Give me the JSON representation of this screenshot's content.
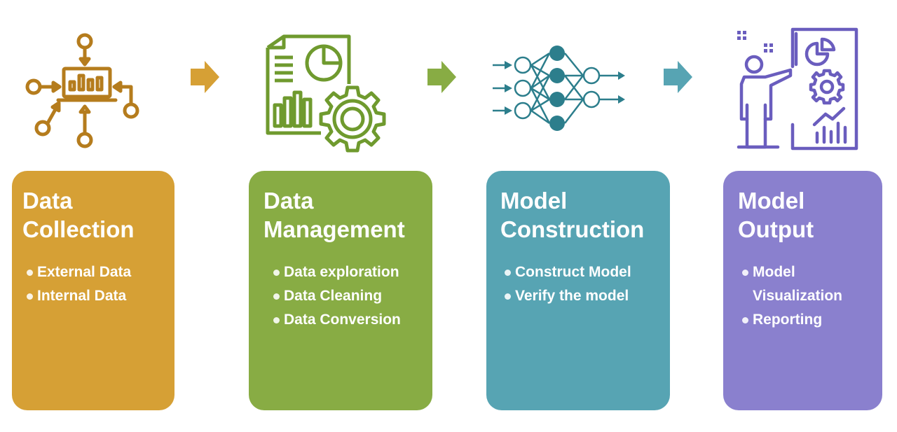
{
  "colors": {
    "collection": "#D6A035",
    "management": "#88AC44",
    "construction": "#57A4B3",
    "output": "#8A80CE",
    "collection_icon": "#B57C1D",
    "management_icon": "#6F9A2E",
    "construction_icon": "#2C7E8C",
    "output_icon": "#6A5DBE"
  },
  "icons": [
    "laptop-network-icon",
    "report-gear-icon",
    "neural-network-icon",
    "presenter-dashboard-icon"
  ],
  "stages": [
    {
      "title_line1": "Data",
      "title_line2": "Collection",
      "items": [
        "External Data",
        "Internal Data"
      ]
    },
    {
      "title_line1": "Data",
      "title_line2": "Management",
      "items": [
        "Data exploration",
        "Data Cleaning",
        "Data Conversion"
      ]
    },
    {
      "title_line1": "Model",
      "title_line2": "Construction",
      "items": [
        "Construct Model",
        "Verify the model"
      ]
    },
    {
      "title_line1": "Model",
      "title_line2": "Output",
      "items": [
        "Model Visualization",
        "Reporting"
      ]
    }
  ]
}
